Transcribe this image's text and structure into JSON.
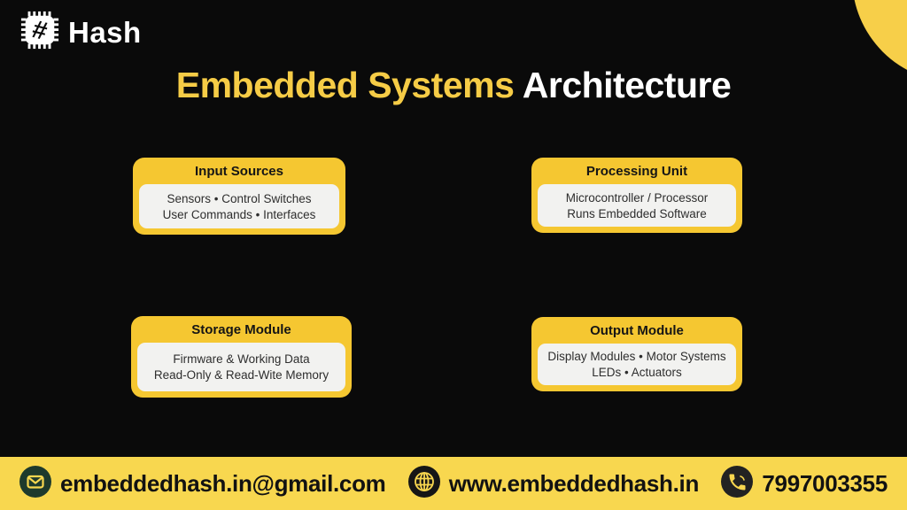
{
  "brand": {
    "name": "Hash",
    "logo_icon": "chip-hash-icon"
  },
  "title": {
    "highlight": "Embedded Systems",
    "rest": "Architecture"
  },
  "cards": [
    {
      "title": "Input Sources",
      "lines": [
        "Sensors • Control Switches",
        "User Commands • Interfaces"
      ]
    },
    {
      "title": "Processing Unit",
      "lines": [
        "Microcontroller / Processor",
        "Runs Embedded Software"
      ]
    },
    {
      "title": "Storage Module",
      "lines": [
        "Firmware & Working Data",
        "Read-Only & Read-Wite Memory"
      ]
    },
    {
      "title": "Output Module",
      "lines": [
        "Display Modules • Motor Systems",
        "LEDs • Actuators"
      ]
    }
  ],
  "footer": {
    "email": {
      "icon": "envelope-icon",
      "text": "embeddedhash.in@gmail.com"
    },
    "website": {
      "icon": "globe-icon",
      "text": "www.embeddedhash.in"
    },
    "phone": {
      "icon": "phone-icon",
      "text": "7997003355"
    }
  },
  "colors": {
    "background": "#0A0A0A",
    "title_yellow": "#F6CC46",
    "card_yellow": "#F5C731",
    "card_body": "#F2F2F0",
    "footer_yellow": "#F8D74F",
    "dark_text": "#151515",
    "envelope_circle_green": "#1E3A2C",
    "icon_circle_dark": "#222222"
  }
}
